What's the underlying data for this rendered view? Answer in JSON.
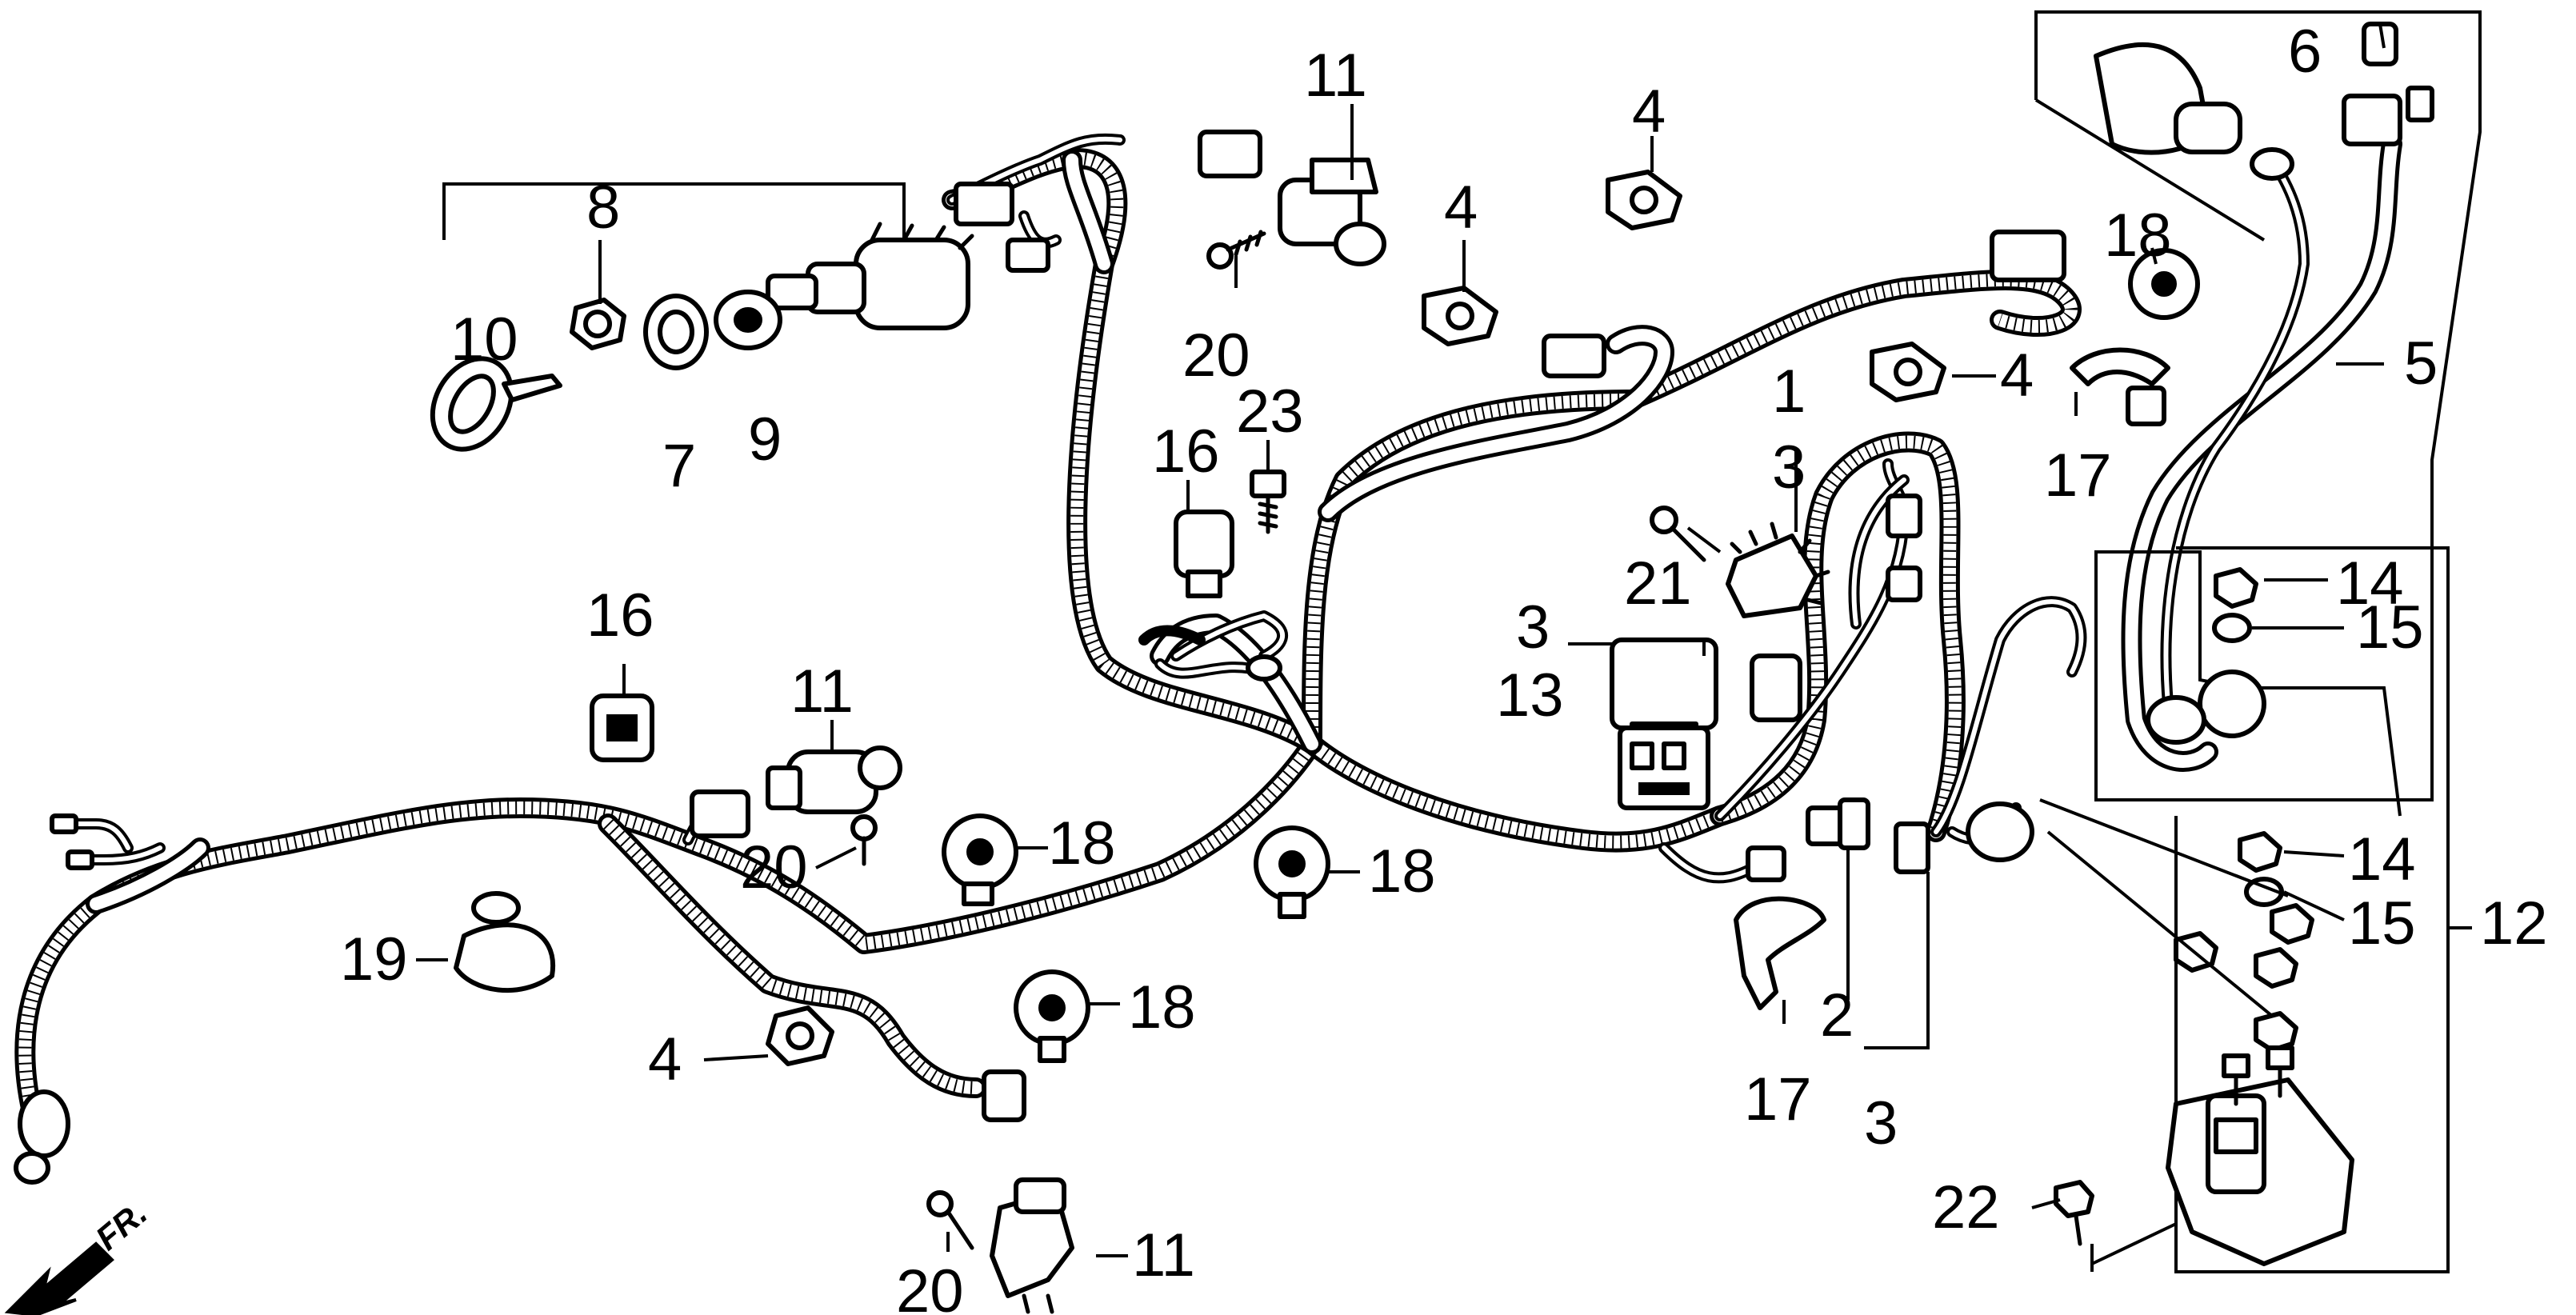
{
  "direction_label": "FR.",
  "callouts": {
    "c1": "1",
    "c2": "2",
    "c3a": "3",
    "c3b": "3",
    "c3c": "3",
    "c4a": "4",
    "c4b": "4",
    "c4c": "4",
    "c4d": "4",
    "c5": "5",
    "c6": "6",
    "c7": "7",
    "c8": "8",
    "c9": "9",
    "c10": "10",
    "c11a": "11",
    "c11b": "11",
    "c11c": "11",
    "c12": "12",
    "c13": "13",
    "c14a": "14",
    "c14b": "14",
    "c15a": "15",
    "c15b": "15",
    "c16a": "16",
    "c16b": "16",
    "c17a": "17",
    "c17b": "17",
    "c18a": "18",
    "c18b": "18",
    "c18c": "18",
    "c18d": "18",
    "c19": "19",
    "c20a": "20",
    "c20b": "20",
    "c20c": "20",
    "c21": "21",
    "c22": "22",
    "c23": "23"
  }
}
